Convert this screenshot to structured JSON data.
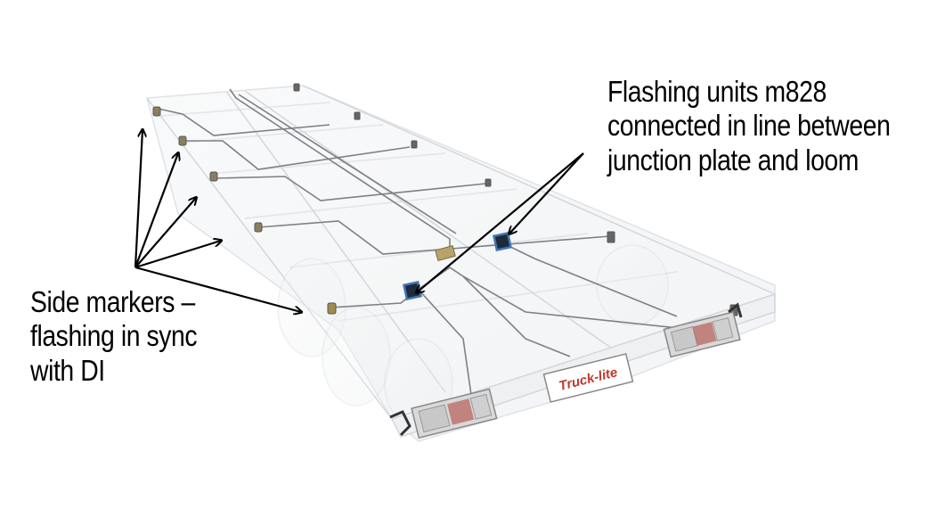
{
  "callouts": {
    "flashing_units": {
      "lines": [
        "Flashing units m828",
        "connected in line between",
        "junction plate and loom"
      ]
    },
    "side_markers": {
      "lines": [
        "Side markers –",
        "flashing in sync",
        "with DI"
      ]
    }
  },
  "brand_plate": {
    "text": "Truck-lite"
  },
  "colors": {
    "trailer_outline": "#c9cdd2",
    "trailer_fill": "#f2f4f6",
    "wiring": "#7d8186",
    "flasher_unit": "#1e2a3a",
    "flasher_border": "#3f78b8",
    "arrow": "#000000",
    "tail_lamp": "#b04a40",
    "brand_red": "#c0392b"
  }
}
